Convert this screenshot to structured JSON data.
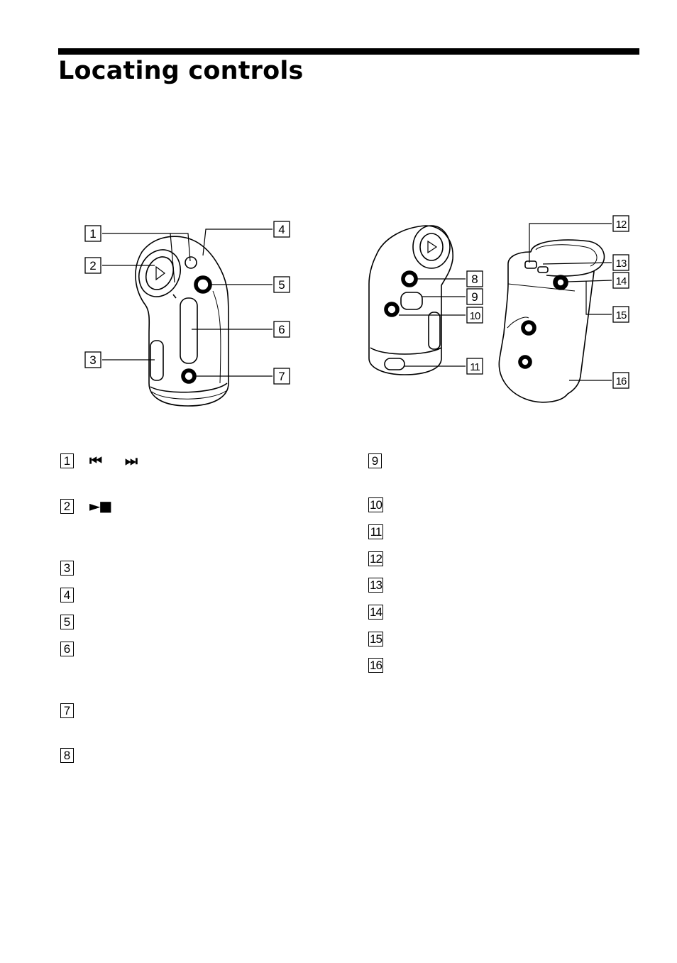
{
  "page": {
    "title": "Locating controls"
  },
  "callouts_front": [
    "1",
    "2",
    "3",
    "4",
    "5",
    "6",
    "7"
  ],
  "callouts_back": [
    "8",
    "9",
    "10",
    "11",
    "12",
    "13",
    "14",
    "15",
    "16"
  ],
  "legend_left": [
    {
      "num": "1",
      "symbol": "⏮",
      "symbol2": "⏭"
    },
    {
      "num": "2",
      "symbol": "►■"
    },
    {
      "num": "3"
    },
    {
      "num": "4"
    },
    {
      "num": "5"
    },
    {
      "num": "6"
    },
    {
      "num": "7"
    },
    {
      "num": "8"
    }
  ],
  "legend_right": [
    {
      "num": "9"
    },
    {
      "num": "10"
    },
    {
      "num": "11"
    },
    {
      "num": "12"
    },
    {
      "num": "13"
    },
    {
      "num": "14"
    },
    {
      "num": "15"
    },
    {
      "num": "16"
    }
  ],
  "colors": {
    "ink": "#000000",
    "paper": "#ffffff",
    "shade": "#d9d9d9"
  }
}
